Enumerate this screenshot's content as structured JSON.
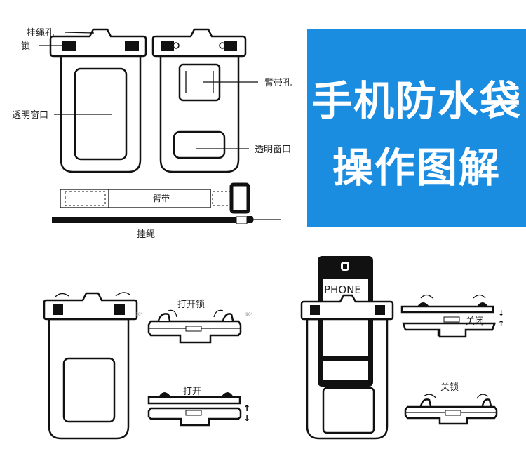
{
  "banner": {
    "line1": "手机防水袋",
    "line2": "操作图解",
    "color": "#1b8de0"
  },
  "top_diagram": {
    "hang_hole": "挂绳孔",
    "lock": "锁",
    "window_front": "透明窗口",
    "armband_hole": "臂带孔",
    "window_back": "透明窗口",
    "armband": "臂带",
    "lanyard": "挂绳"
  },
  "steps": {
    "open_lock": "打开锁",
    "open": "打开",
    "close": "关闭",
    "close_lock": "关锁",
    "phone": "PHONE",
    "angle": "90°"
  }
}
